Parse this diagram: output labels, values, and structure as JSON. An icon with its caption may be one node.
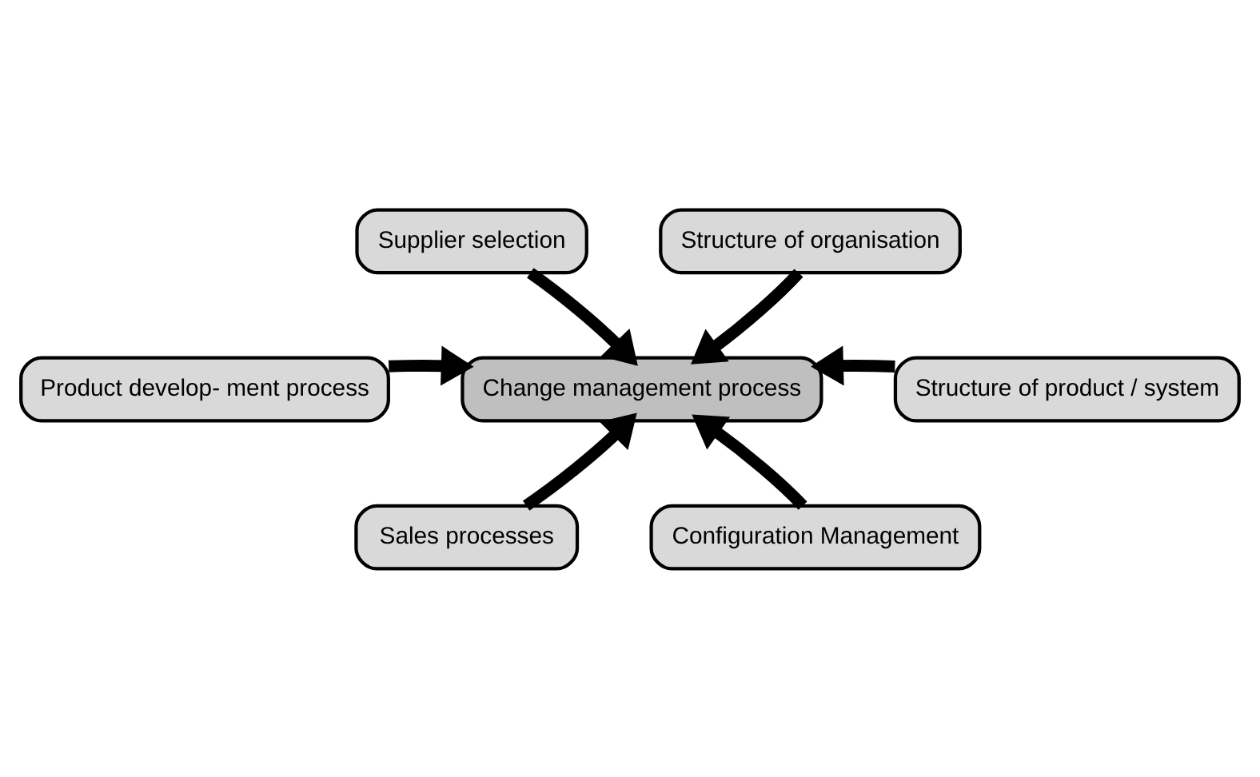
{
  "diagram": {
    "nodes": [
      {
        "text": [
          "Supplier selection"
        ]
      },
      {
        "text": [
          "Structure of organisation"
        ]
      },
      {
        "text": [
          "Product develop- ment process"
        ]
      },
      {
        "text": [
          "Change management process"
        ]
      },
      {
        "text": [
          "Structure of product / system"
        ]
      },
      {
        "text": [
          "Sales processes"
        ]
      },
      {
        "text": [
          "Configuration Management"
        ]
      }
    ],
    "edges": [
      {
        "from": 0,
        "to": 3,
        "arrow": "to"
      },
      {
        "from": 1,
        "to": 3,
        "arrow": "to"
      },
      {
        "from": 2,
        "to": 3,
        "arrow": "to"
      },
      {
        "from": 4,
        "to": 3,
        "arrow": "to"
      },
      {
        "from": 5,
        "to": 3,
        "arrow": "to"
      },
      {
        "from": 6,
        "to": 3,
        "arrow": "to"
      }
    ]
  }
}
